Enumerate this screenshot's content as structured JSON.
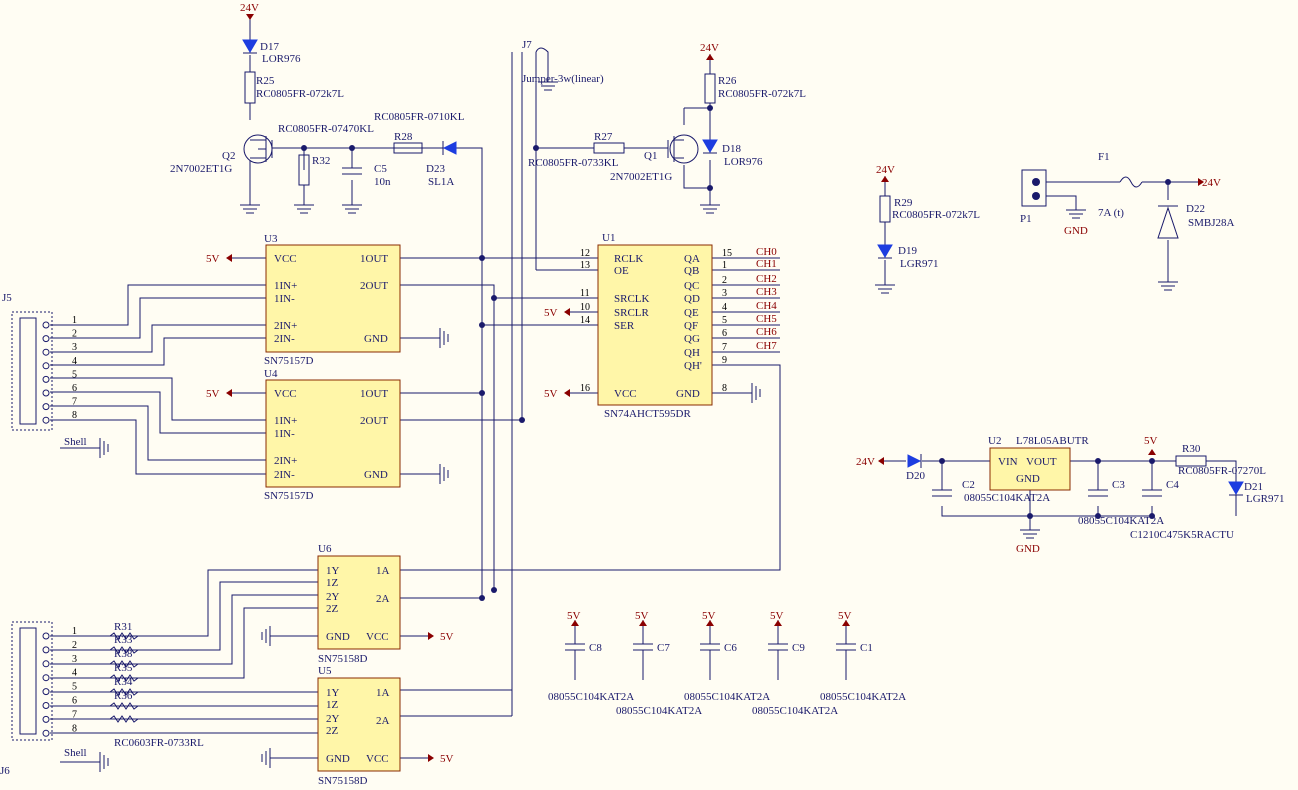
{
  "power": {
    "v24": "24V",
    "v5": "5V",
    "gnd": "GND"
  },
  "shell": "Shell",
  "channels": [
    "CH0",
    "CH1",
    "CH2",
    "CH3",
    "CH4",
    "CH5",
    "CH6",
    "CH7"
  ],
  "u1": {
    "ref": "U1",
    "part": "SN74AHCT595DR",
    "left": [
      "RCLK",
      "OE",
      "SRCLK",
      "SRCLR",
      "SER",
      "VCC"
    ],
    "leftnums": [
      "12",
      "13",
      "11",
      "10",
      "14",
      "16"
    ],
    "right": [
      "QA",
      "QB",
      "QC",
      "QD",
      "QE",
      "QF",
      "QG",
      "QH",
      "QH'",
      "GND"
    ],
    "rightnums": [
      "15",
      "1",
      "2",
      "3",
      "4",
      "5",
      "6",
      "7",
      "9",
      "8"
    ]
  },
  "u3": {
    "ref": "U3",
    "part": "SN75157D"
  },
  "u4": {
    "ref": "U4",
    "part": "SN75157D"
  },
  "u157_pins": {
    "vcc": "VCC",
    "in1p": "1IN+",
    "in1n": "1IN-",
    "in2p": "2IN+",
    "in2n": "2IN-",
    "out1": "1OUT",
    "out2": "2OUT",
    "gnd": "GND"
  },
  "u6": {
    "ref": "U6",
    "part": "SN75158D"
  },
  "u5": {
    "ref": "U5",
    "part": "SN75158D"
  },
  "u158_pins": {
    "y1": "1Y",
    "z1": "1Z",
    "y2": "2Y",
    "z2": "2Z",
    "a1": "1A",
    "a2": "2A",
    "gnd": "GND",
    "vcc": "VCC"
  },
  "j5": "J5",
  "j6": "J6",
  "j7": {
    "ref": "J7",
    "part": "Jumper-3w(linear)"
  },
  "q2": {
    "ref": "Q2",
    "part": "2N7002ET1G"
  },
  "q1": {
    "ref": "Q1",
    "part": "2N7002ET1G"
  },
  "d17": {
    "ref": "D17",
    "part": "LOR976"
  },
  "d18": {
    "ref": "D18",
    "part": "LOR976"
  },
  "d19": {
    "ref": "D19",
    "part": "LGR971"
  },
  "d21": {
    "ref": "D21",
    "part": "LGR971"
  },
  "d23": {
    "ref": "D23",
    "part": "SL1A"
  },
  "d20": {
    "ref": "D20"
  },
  "d22": {
    "ref": "D22",
    "part": "SMBJ28A"
  },
  "r25": {
    "ref": "R25",
    "part": "RC0805FR-072k7L"
  },
  "r26": {
    "ref": "R26",
    "part": "RC0805FR-072k7L"
  },
  "r29": {
    "ref": "R29",
    "part": "RC0805FR-072k7L"
  },
  "r28": {
    "ref": "R28",
    "part": "RC0805FR-0710KL"
  },
  "r27": {
    "ref": "R27",
    "part": "RC0805FR-0733KL"
  },
  "r32": {
    "ref": "R32"
  },
  "q2r": "RC0805FR-07470KL",
  "r30": {
    "ref": "R30",
    "part": "RC0805FR-07270L"
  },
  "c5": {
    "ref": "C5",
    "value": "10n"
  },
  "f1": {
    "ref": "F1",
    "value": "7A (t)"
  },
  "p1": {
    "ref": "P1"
  },
  "u2": {
    "ref": "U2",
    "part": "L78L05ABUTR",
    "vin": "VIN",
    "vout": "VOUT",
    "gnd": "GND"
  },
  "c2": {
    "ref": "C2",
    "part": "08055C104KAT2A"
  },
  "c3": {
    "ref": "C3",
    "part": "08055C104KAT2A"
  },
  "c4": {
    "ref": "C4",
    "part": "C1210C475K5RACTU"
  },
  "rbank": {
    "ref": "R31",
    "refs": [
      "R33",
      "R38",
      "R35",
      "R34",
      "R36"
    ],
    "part": "RC0603FR-0733RL"
  },
  "decaps": [
    {
      "ref": "C8",
      "part": "08055C104KAT2A"
    },
    {
      "ref": "C7",
      "part": "08055C104KAT2A"
    },
    {
      "ref": "C6",
      "part": "08055C104KAT2A"
    },
    {
      "ref": "C9",
      "part": "08055C104KAT2A"
    },
    {
      "ref": "C1",
      "part": "08055C104KAT2A"
    }
  ]
}
